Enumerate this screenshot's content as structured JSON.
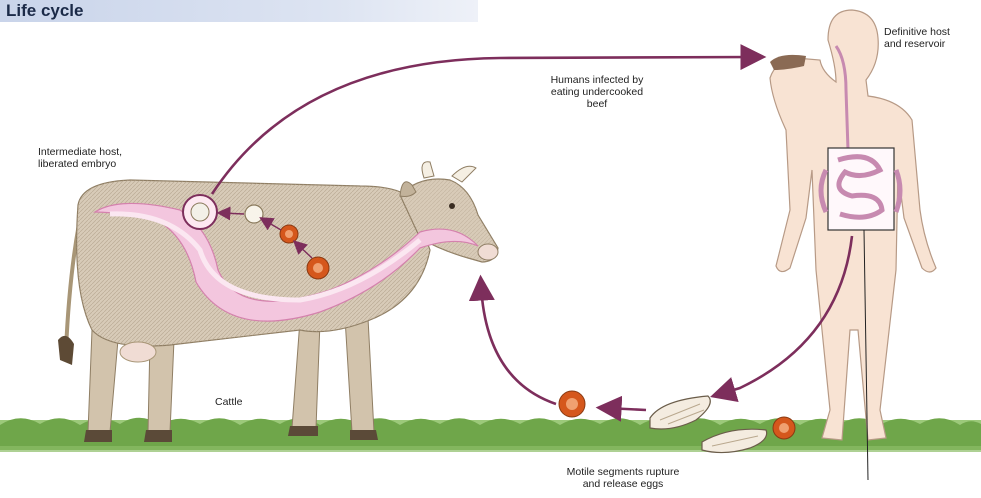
{
  "header": {
    "title": "Life cycle"
  },
  "labels": {
    "definitive_host": "Definitive host\nand reservoir",
    "humans_infected": "Humans infected by\neating undercooked\nbeef",
    "intermediate_host": "Intermediate host,\nliberated embryo",
    "cattle": "Cattle",
    "motile_segments": "Motile segments rupture\nand release eggs"
  },
  "colors": {
    "arrow": "#7d2e5c",
    "egg": "#d5571c",
    "gut": "#e7a6c8",
    "grass": "#6fa64a",
    "cow_body": "#d8cbb8",
    "skin": "#f6dcc9"
  }
}
